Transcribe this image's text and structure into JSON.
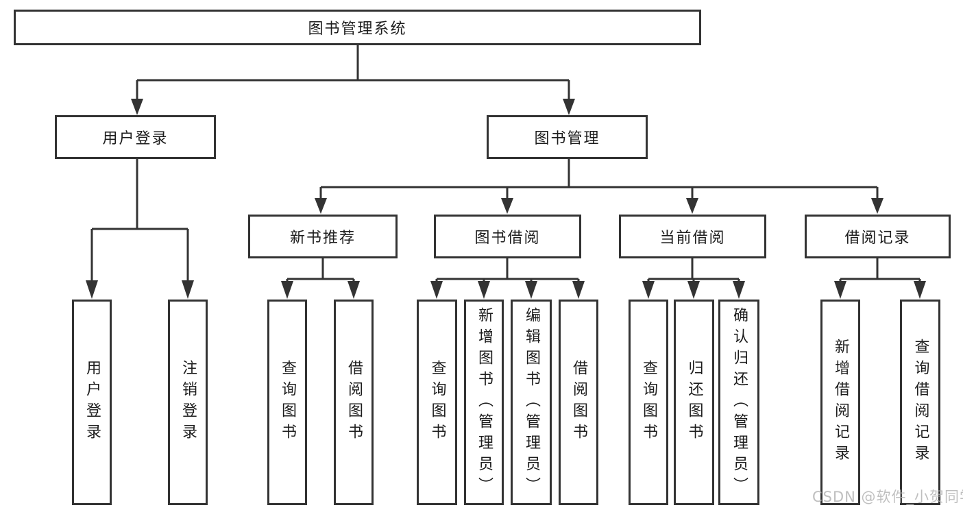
{
  "diagram_title": "图书管理系统",
  "tree": {
    "root": {
      "label": "图书管理系统"
    },
    "children": [
      {
        "label": "用户登录",
        "children": [
          {
            "label": "用户登录"
          },
          {
            "label": "注销登录"
          }
        ]
      },
      {
        "label": "图书管理",
        "children": [
          {
            "label": "新书推荐",
            "children": [
              {
                "label": "查询图书"
              },
              {
                "label": "借阅图书"
              }
            ]
          },
          {
            "label": "图书借阅",
            "children": [
              {
                "label": "查询图书"
              },
              {
                "label": "新增图书（管理员）"
              },
              {
                "label": "编辑图书（管理员）"
              },
              {
                "label": "借阅图书"
              }
            ]
          },
          {
            "label": "当前借阅",
            "children": [
              {
                "label": "查询图书"
              },
              {
                "label": "归还图书"
              },
              {
                "label": "确认归还（管理员）"
              }
            ]
          },
          {
            "label": "借阅记录",
            "children": [
              {
                "label": "新增借阅记录"
              },
              {
                "label": "查询借阅记录"
              }
            ]
          }
        ]
      }
    ]
  },
  "watermark": {
    "text": "CSDN @软件_小贺同学"
  },
  "colors": {
    "line": "#333333",
    "text": "#1d1d1d",
    "background": "#ffffff",
    "watermark": "#b5b5b5"
  }
}
